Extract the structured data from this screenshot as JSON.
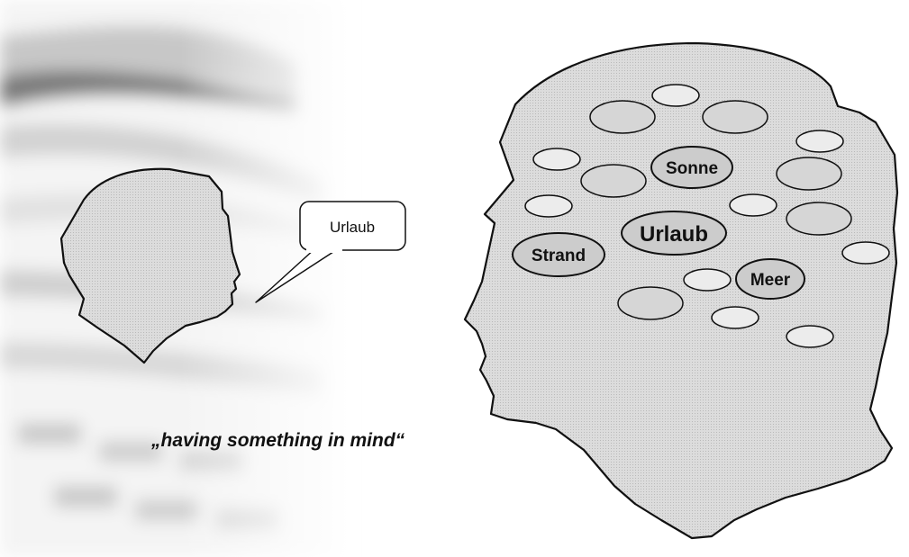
{
  "speech_bubble": {
    "text": "Urlaub"
  },
  "concept_labels": {
    "sonne": "Sonne",
    "urlaub": "Urlaub",
    "strand": "Strand",
    "meer": "Meer"
  },
  "caption": "„having something in mind“",
  "colors": {
    "head_fill": "#d9d9d9",
    "bubble_light": "#ececec",
    "bubble_mid": "#d6d6d6",
    "label_bubble": "#cccccc",
    "outline": "#111111"
  }
}
